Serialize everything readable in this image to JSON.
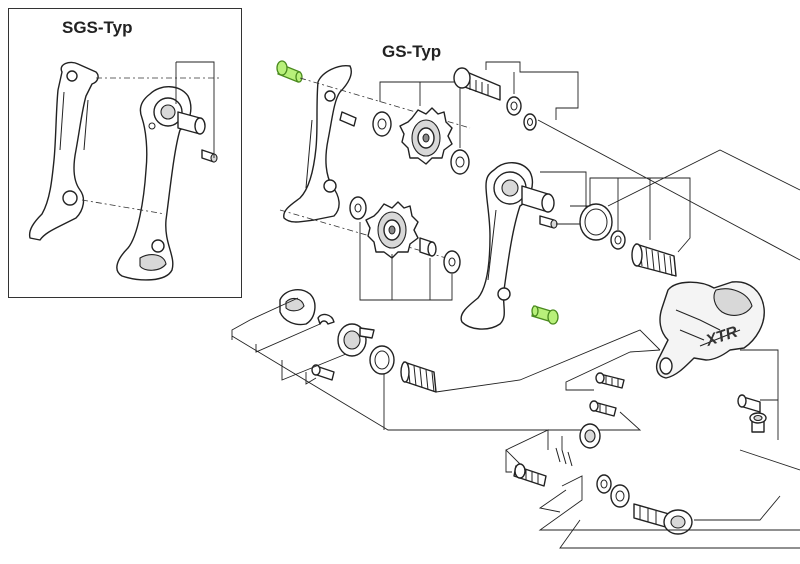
{
  "labels": {
    "sgs_type": "SGS-Typ",
    "gs_type": "GS-Typ"
  },
  "colors": {
    "highlight": "#b8f07a",
    "highlight_stroke": "#4a8a1e",
    "line": "#222222"
  },
  "diagram": {
    "kind": "exploded-parts-diagram",
    "highlighted_parts": [
      "pulley-cage-bolt-upper",
      "pulley-cage-bolt-lower"
    ],
    "brand_text_on_derailleur": "XTR"
  }
}
